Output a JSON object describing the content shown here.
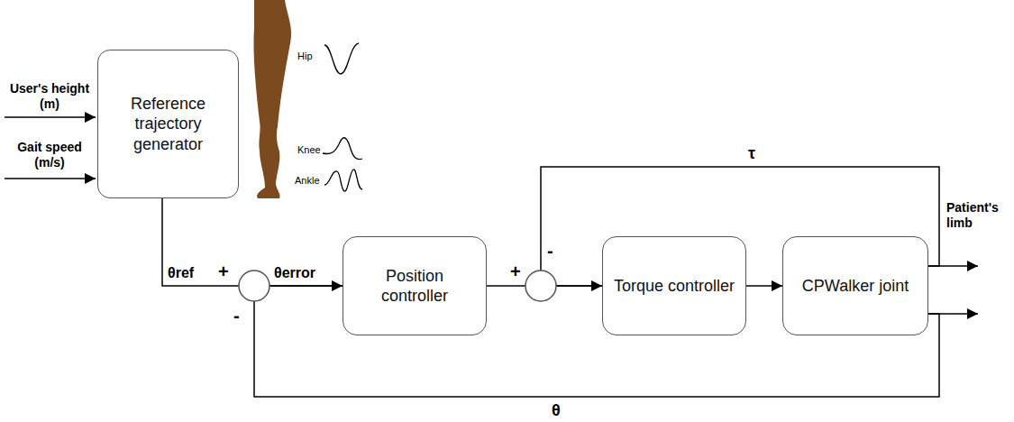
{
  "diagram": {
    "nodes": [
      {
        "text": [
          "Reference trajectory generator"
        ]
      },
      {
        "text": [
          "Position controller"
        ]
      },
      {
        "text": [
          "Torque controller"
        ]
      },
      {
        "text": [
          "CPWalker joint"
        ]
      }
    ],
    "edges": [
      {
        "from": 0,
        "to": 1,
        "arrow": "to"
      },
      {
        "from": 1,
        "to": 2,
        "arrow": "to"
      },
      {
        "from": 2,
        "to": 3,
        "arrow": "to"
      },
      {
        "from": 3,
        "to": 2,
        "label": "τ",
        "arrow": "none"
      },
      {
        "from": 3,
        "to": 1,
        "label": "θ",
        "arrow": "none"
      }
    ],
    "labels": [
      "User's height (m)",
      "Gait speed (m/s)",
      "Hip",
      "Knee",
      "Ankle",
      "θref",
      "+",
      "-",
      "θerror",
      "+",
      "-",
      "Patient's limb"
    ]
  }
}
